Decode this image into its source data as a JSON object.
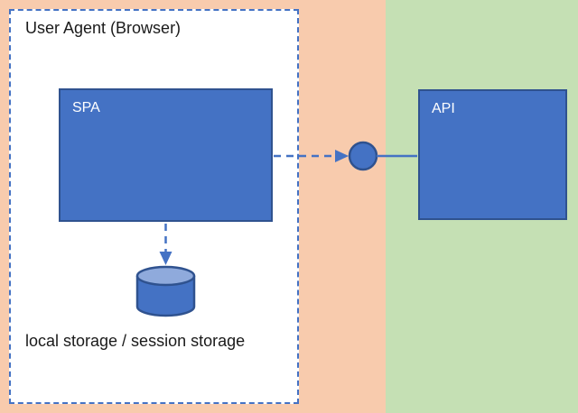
{
  "colors": {
    "orange_bg": "#F8CBAD",
    "green_bg": "#C5E0B4",
    "browser_bg": "#FFFFFF",
    "node_fill": "#4472C4",
    "node_border": "#2F528F",
    "cylinder_top": "#8FAADC",
    "connector": "#4472C4",
    "text_dark": "#1A1A1A",
    "text_light": "#FFFFFF"
  },
  "diagram": {
    "browser_frame": {
      "label": "User Agent (Browser)"
    },
    "spa_node": {
      "label": "SPA"
    },
    "api_node": {
      "label": "API"
    },
    "storage_caption": "local storage / session storage",
    "icons": {
      "storage_cylinder": "database-cylinder-icon",
      "connector_circle": "endpoint-circle-icon",
      "spa_to_api_arrow": "dashed-arrow-right-icon",
      "spa_to_storage_arrow": "dashed-arrow-down-icon"
    }
  }
}
